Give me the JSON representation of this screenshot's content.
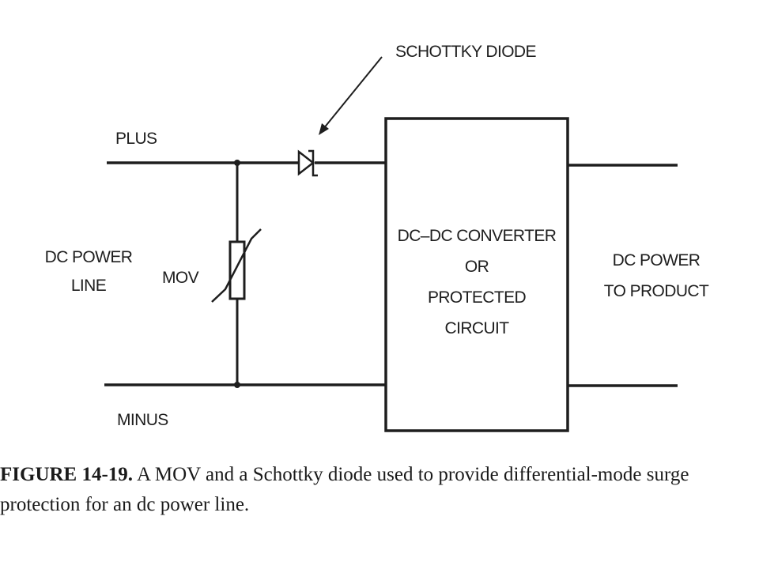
{
  "diagram": {
    "labels": {
      "schottky_diode": "SCHOTTKY DIODE",
      "plus": "PLUS",
      "minus": "MINUS",
      "dc_power_line_1": "DC POWER",
      "dc_power_line_2": "LINE",
      "mov": "MOV",
      "block_line_1": "DC–DC CONVERTER",
      "block_line_2": "OR",
      "block_line_3": "PROTECTED",
      "block_line_4": "CIRCUIT",
      "output_line_1": "DC POWER",
      "output_line_2": "TO PRODUCT"
    },
    "colors": {
      "ink": "#1e1e1e",
      "background": "#ffffff"
    }
  },
  "caption": {
    "figure_number": "FIGURE 14-19.",
    "line_1_text": "A MOV and a Schottky diode used to provide differential-mode surge",
    "line_2_text": "protection for an dc power line."
  }
}
